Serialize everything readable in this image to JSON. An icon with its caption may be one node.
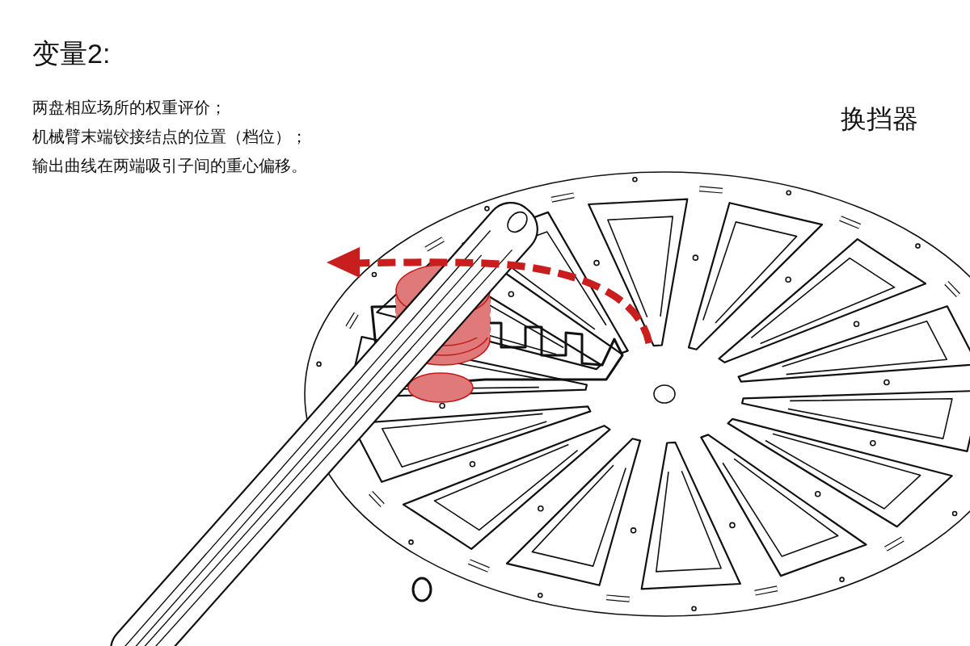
{
  "diagram": {
    "title": "变量2:",
    "labels": [
      "两盘相应场所的权重评价；",
      "机械臂末端铰接结点的位置（档位）；",
      "输出曲线在两端吸引子间的重心偏移。",
      "换挡器"
    ]
  }
}
